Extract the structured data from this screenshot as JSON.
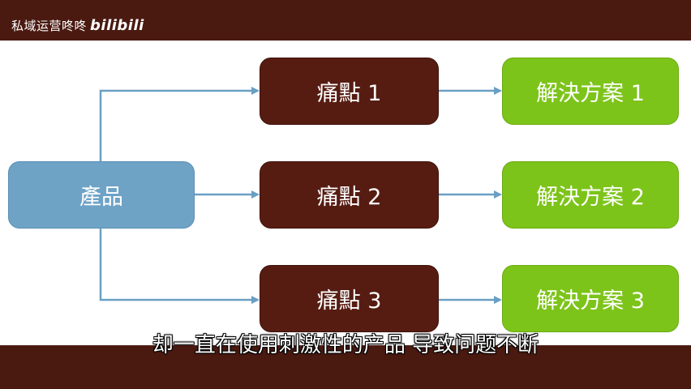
{
  "watermark": {
    "channel": "私域运营咚咚",
    "logo": "bilibili"
  },
  "diagram": {
    "product": "產品",
    "pains": [
      "痛點 1",
      "痛點 2",
      "痛點 3"
    ],
    "solutions": [
      "解決方案 1",
      "解決方案 2",
      "解決方案 3"
    ],
    "colors": {
      "product": "#6ea3c6",
      "pain": "#561c12",
      "solution": "#7dc41a",
      "arrow": "#6a9fc4",
      "frame": "#4a1a11"
    }
  },
  "subtitle": "却一直在使用刺激性的产品 导致问题不断"
}
